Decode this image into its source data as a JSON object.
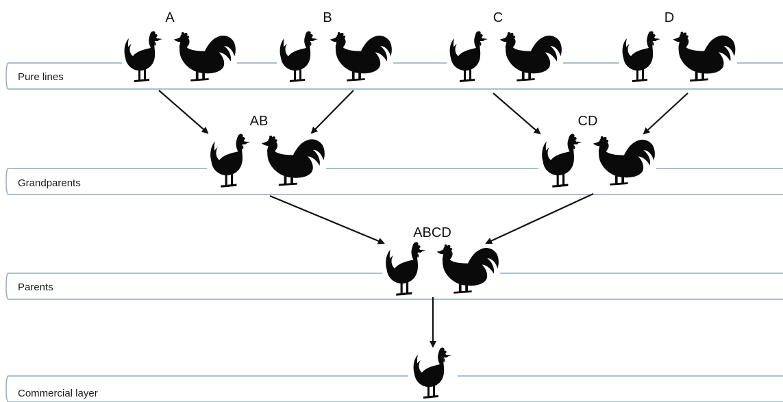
{
  "tiers": [
    {
      "id": "pure",
      "label": "Pure lines"
    },
    {
      "id": "grand",
      "label": "Grandparents"
    },
    {
      "id": "parents",
      "label": "Parents"
    },
    {
      "id": "commercial",
      "label": "Commercial layer"
    }
  ],
  "groups": [
    {
      "id": "A",
      "label": "A"
    },
    {
      "id": "B",
      "label": "B"
    },
    {
      "id": "C",
      "label": "C"
    },
    {
      "id": "D",
      "label": "D"
    },
    {
      "id": "AB",
      "label": "AB"
    },
    {
      "id": "CD",
      "label": "CD"
    },
    {
      "id": "ABCD",
      "label": "ABCD"
    }
  ],
  "colors": {
    "band_stroke": "#8fa9bf",
    "silhouette": "#0a0a0a",
    "arrow": "#111111"
  },
  "icons": {
    "hen": "hen-silhouette-icon",
    "rooster": "rooster-silhouette-icon"
  }
}
